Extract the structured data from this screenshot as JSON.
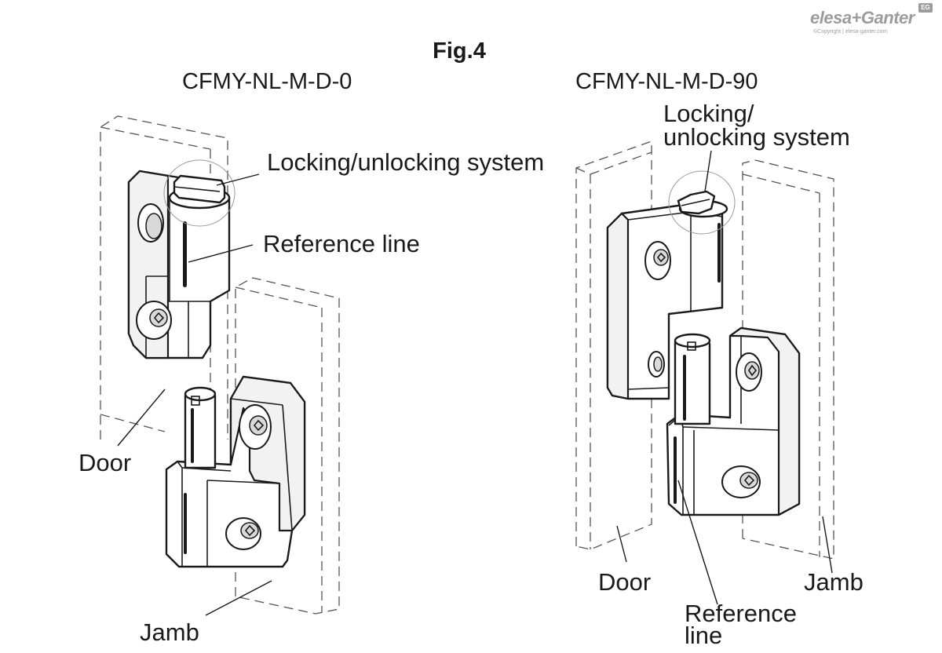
{
  "logo": {
    "brand": "elesa+Ganter",
    "copyright": "©Copyright | elesa-ganter.com",
    "badge": "EG"
  },
  "figure_title": "Fig.4",
  "left": {
    "model": "CFMY-NL-M-D-0",
    "locking_label": "Locking/unlocking system",
    "reference_label": "Reference line",
    "door_label": "Door",
    "jamb_label": "Jamb"
  },
  "right": {
    "model": "CFMY-NL-M-D-90",
    "locking_label_line1": "Locking/",
    "locking_label_line2": "unlocking system",
    "door_label": "Door",
    "jamb_label": "Jamb",
    "reference_label_line1": "Reference",
    "reference_label_line2": "line"
  }
}
